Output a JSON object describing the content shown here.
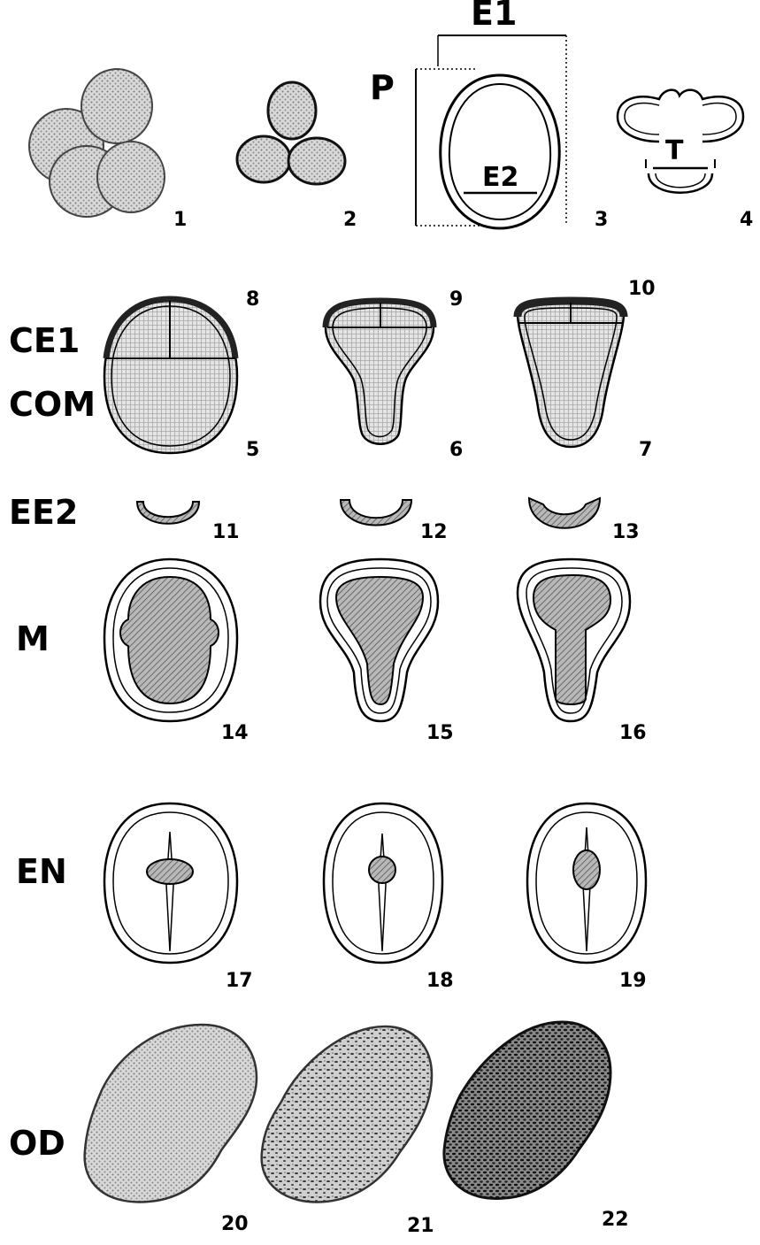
{
  "row_labels": {
    "p": "P",
    "e1": "E1",
    "e2": "E2",
    "t": "T",
    "ce1": "CE1",
    "com": "COM",
    "ee2": "EE2",
    "m": "M",
    "en": "EN",
    "od": "OD"
  },
  "figure_numbers": [
    "1",
    "2",
    "3",
    "4",
    "5",
    "6",
    "7",
    "8",
    "9",
    "10",
    "11",
    "12",
    "13",
    "14",
    "15",
    "16",
    "17",
    "18",
    "19",
    "20",
    "21",
    "22"
  ]
}
